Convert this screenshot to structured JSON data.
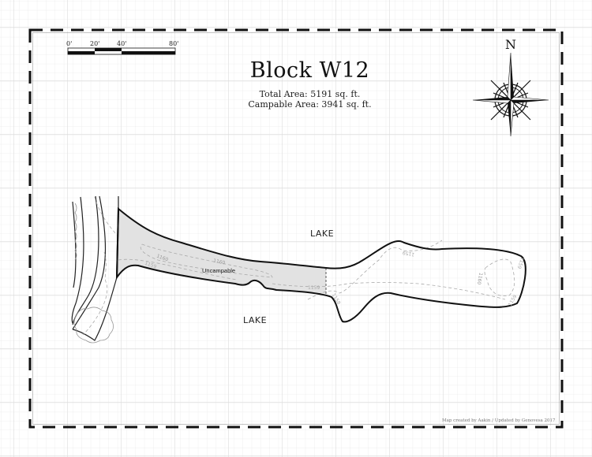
{
  "map": {
    "title": "Block W12",
    "total_area": "Total Area: 5191 sq. ft.",
    "campable_area": "Campable Area: 3941 sq. ft.",
    "scale_labels": [
      "0'",
      "20'",
      "40'",
      "80'"
    ],
    "lake_labels": [
      "LAKE",
      "LAKE"
    ],
    "zone_label": "Uncampable",
    "contour_labels": [
      "1160",
      "1160",
      "1159",
      "1159",
      "1159",
      "1158",
      "1160",
      "1159",
      "1159"
    ],
    "compass_label": "N",
    "credit": "Map created by Aakin / Updated by Genovesa 2017",
    "colors": {
      "uncampable_fill": "#e2e2e2",
      "grid": "#e6e6e6",
      "contour": "#aaaaaa"
    }
  }
}
